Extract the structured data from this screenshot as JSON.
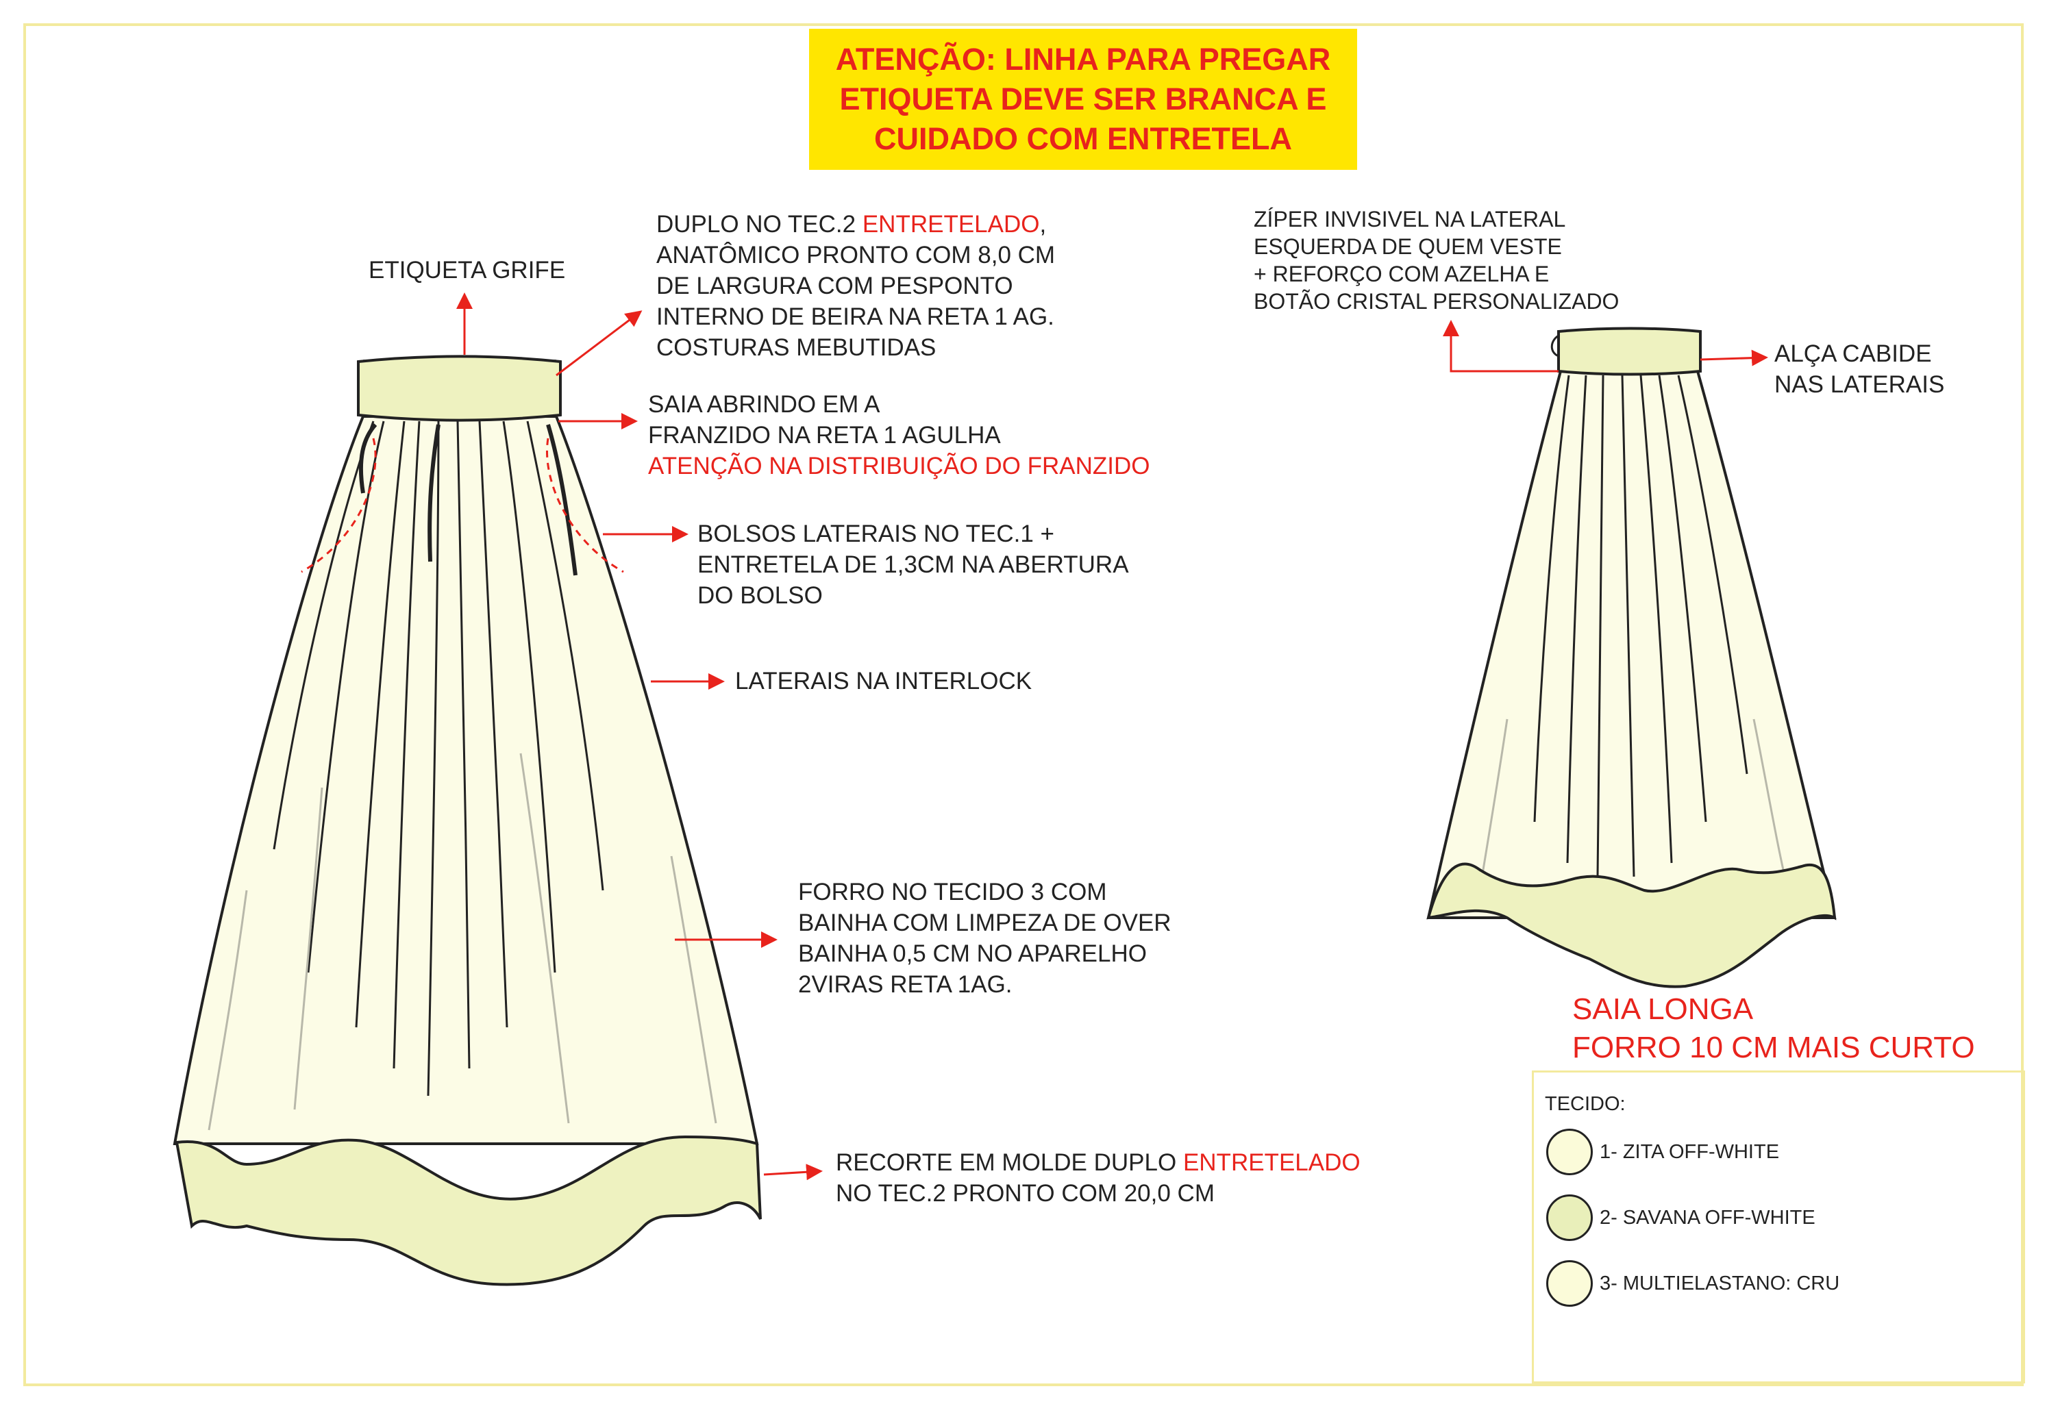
{
  "warning": {
    "line1": "ATENÇÃO: LINHA PARA PREGAR",
    "line2": "ETIQUETA DEVE SER BRANCA E",
    "line3": "CUIDADO COM ENTRETELA"
  },
  "notes": {
    "label_brand": "ETIQUETA GRIFE",
    "waistband": {
      "l1a": "DUPLO NO TEC.2 ",
      "l1b": "ENTRETELADO",
      "l1c": ",",
      "l2": "ANATÔMICO PRONTO COM 8,0 CM",
      "l3": "DE LARGURA COM PESPONTO",
      "l4": "INTERNO DE BEIRA NA RETA 1 AG.",
      "l5": "COSTURAS MEBUTIDAS"
    },
    "gather": {
      "l1": "SAIA ABRINDO EM A",
      "l2": "FRANZIDO NA RETA 1 AGULHA",
      "l3": "ATENÇÃO NA DISTRIBUIÇÃO DO FRANZIDO"
    },
    "pockets": {
      "l1": "BOLSOS LATERAIS NO TEC.1 +",
      "l2": "ENTRETELA DE 1,3CM NA ABERTURA",
      "l3": "DO BOLSO"
    },
    "sides": "LATERAIS NA INTERLOCK",
    "lining": {
      "l1": "FORRO NO TECIDO 3 COM",
      "l2": "BAINHA COM LIMPEZA DE OVER",
      "l3": "BAINHA 0,5 CM NO APARELHO",
      "l4": "2VIRAS RETA 1AG."
    },
    "hem": {
      "l1a": "RECORTE EM MOLDE DUPLO ",
      "l1b": "ENTRETELADO",
      "l2": "NO TEC.2 PRONTO COM 20,0 CM"
    },
    "zipper": {
      "l1": "ZÍPER INVISIVEL NA LATERAL",
      "l2": "ESQUERDA DE QUEM VESTE",
      "l3": "+    REFORÇO COM AZELHA E",
      "l4": "BOTÃO CRISTAL PERSONALIZADO"
    },
    "hanger": {
      "l1": "ALÇA CABIDE",
      "l2": "NAS LATERAIS"
    }
  },
  "product": {
    "line1": "SAIA LONGA",
    "line2": "FORRO 10 CM MAIS CURTO"
  },
  "fabrics": {
    "title": "TECIDO:",
    "items": [
      {
        "label": "1- ZITA OFF-WHITE",
        "color": "#fbfbd9"
      },
      {
        "label": "2- SAVANA OFF-WHITE",
        "color": "#e9efba"
      },
      {
        "label": "3- MULTIELASTANO: CRU",
        "color": "#fbfbd9"
      }
    ]
  },
  "colors": {
    "accent_red": "#e8231c",
    "warning_yellow": "#ffe600",
    "skirt_body": "#fcfce6",
    "band_green": "#eef2c0"
  }
}
